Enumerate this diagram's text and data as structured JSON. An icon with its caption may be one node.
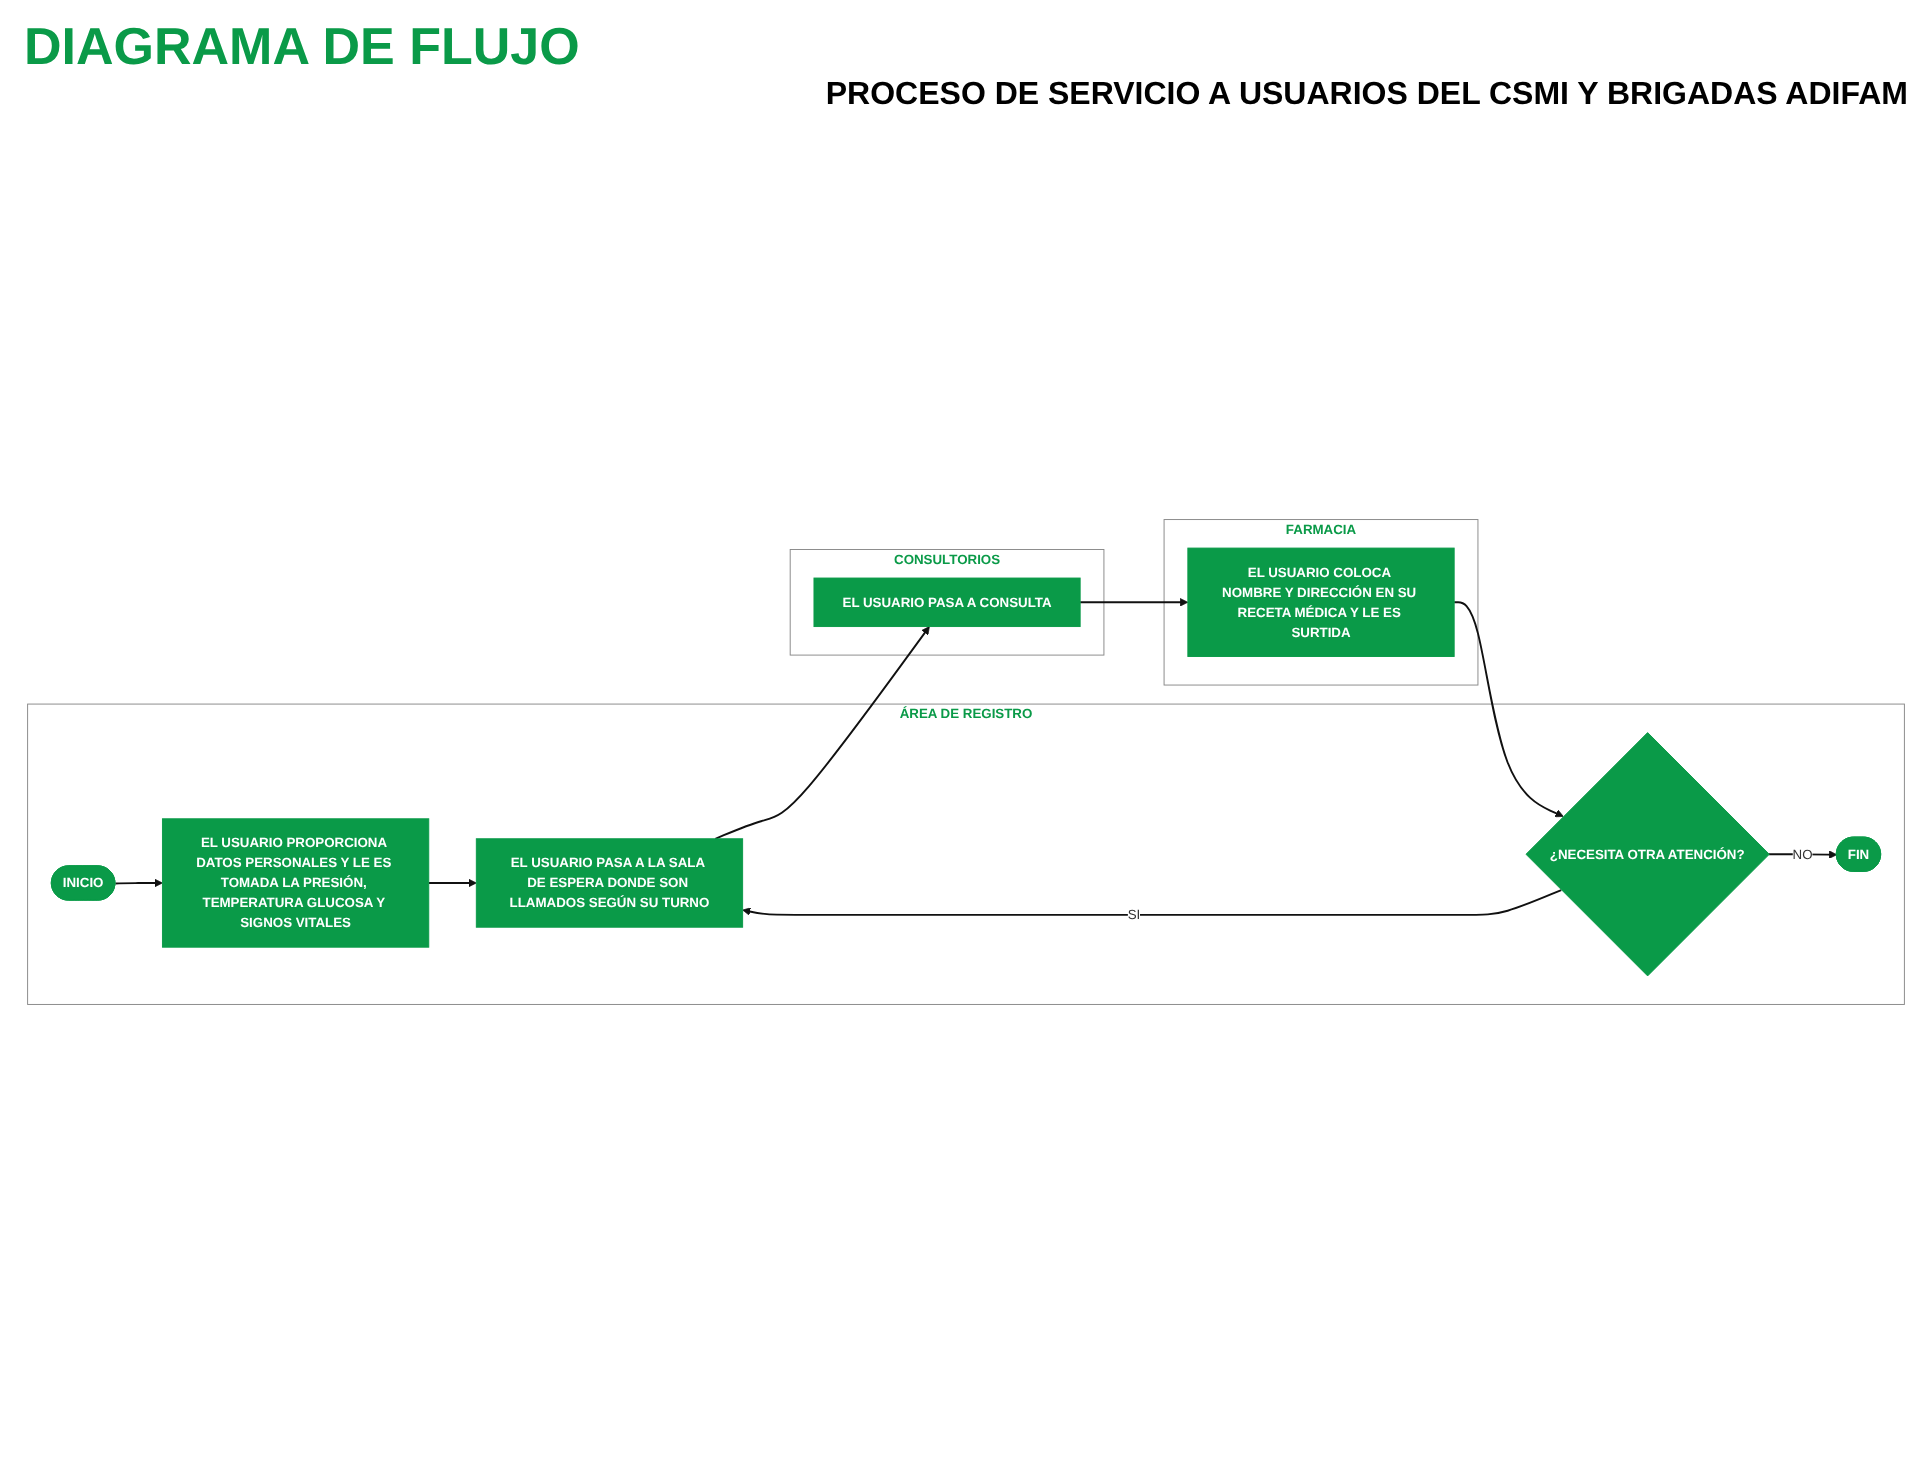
{
  "diagram": {
    "title": "DIAGRAMA DE FLUJO",
    "nodes": [
      {
        "text": [
          "ÁREA DE REGISTRO"
        ]
      },
      {
        "text": [
          "INICIO"
        ],
        "in": 0
      },
      {
        "text": [
          "EL USUARIO PROPORCIONA DATOS PERSONALES Y LE ES TOMADA LA PRESIÓN, TEMPERATURA GLUCOSA Y SIGNOS VITALES"
        ],
        "in": 0
      },
      {
        "text": [
          "EL USUARIO PASA A LA SALA DE ESPERA DONDE SON LLAMADOS SEGÚN SU TURNO"
        ],
        "in": 0
      },
      {
        "text": [
          "¿NECESITA OTRA ATENCIÓN?"
        ],
        "in": 0
      },
      {
        "text": [
          "FIN"
        ],
        "in": 0
      },
      {
        "text": [
          "CONSULTORIOS"
        ]
      },
      {
        "text": [
          "EL USUARIO PASA A CONSULTA"
        ],
        "in": 6
      },
      {
        "text": [
          "FARMACIA"
        ]
      },
      {
        "text": [
          "EL USUARIO COLOCA NOMBRE Y DIRECCIÓN EN SU RECETA MÉDICA Y LE ES SURTIDA"
        ],
        "in": 8
      }
    ],
    "edges": [
      {
        "from": 1,
        "to": 2,
        "arrow": "to"
      },
      {
        "from": 2,
        "to": 3,
        "arrow": "to"
      },
      {
        "from": 3,
        "to": 7,
        "arrow": "to"
      },
      {
        "from": 7,
        "to": 9,
        "arrow": "to"
      },
      {
        "from": 9,
        "to": 4,
        "arrow": "to"
      },
      {
        "from": 4,
        "to": 3,
        "arrow": "to",
        "label": "SI"
      },
      {
        "from": 4,
        "to": 5,
        "arrow": "to",
        "label": "NO"
      }
    ],
    "labels": [
      "PROCESO DE SERVICIO A USUARIOS DEL CSMI Y BRIGADAS ADIFAM"
    ]
  }
}
